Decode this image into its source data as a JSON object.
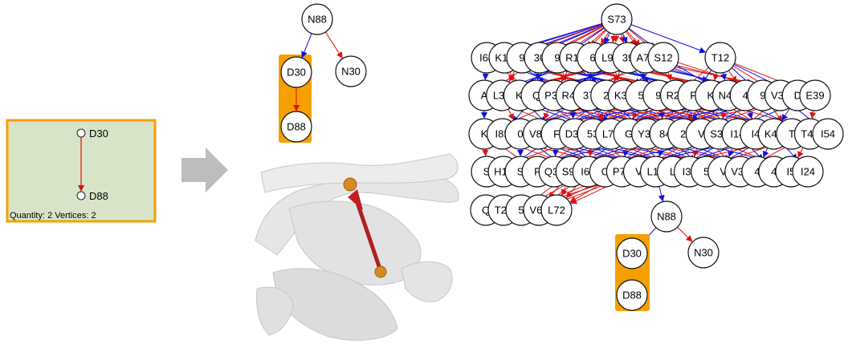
{
  "colors": {
    "blue_edge": "#1010e0",
    "red_edge": "#e01010",
    "highlight": "#f5a000",
    "panel_bg": "#d8e4c8",
    "panel_border": "#f5a000",
    "arrow_gray": "#bdbdbd",
    "protein": "#e6e6e6",
    "atom": "#d88a20"
  },
  "mini_panel": {
    "top_label": "D30",
    "bottom_label": "D88",
    "footer": "Quantity: 2 Vertices: 2"
  },
  "small_graph": {
    "root": "N88",
    "left": "D30",
    "right": "N30",
    "bottom": "D88"
  },
  "big_graph": {
    "root": "S73",
    "row1": [
      "I64",
      "K14",
      "9",
      "30",
      "9",
      "R14",
      "6",
      "L90",
      "39",
      "A71",
      "S12"
    ],
    "row1_right": "T12",
    "row2": [
      "A",
      "L33",
      "K",
      "Q",
      "P39",
      "R45",
      "37",
      "2",
      "K35",
      "5",
      "9",
      "R20",
      "F",
      "K",
      "N41",
      "4",
      "9",
      "V36",
      "D",
      "E39"
    ],
    "row3": [
      "K",
      "I85",
      "0",
      "V89",
      "F",
      "D37",
      "53",
      "L76",
      "G",
      "Y37",
      "84",
      "2",
      "V",
      "S39",
      "I14",
      "I4",
      "K43",
      "T",
      "T43",
      "I54"
    ],
    "row4": [
      "S",
      "H18",
      "S",
      "F",
      "Q34",
      "S91",
      "I66",
      "C",
      "P74",
      "V",
      "L10",
      "L",
      "I32",
      "5",
      "V",
      "V32",
      "4",
      "4",
      "I5",
      "I24"
    ],
    "row5": [
      "Q",
      "T20",
      "5",
      "V66",
      "L72"
    ],
    "hub": "N88",
    "hub_left": "D30",
    "hub_right": "N30",
    "hub_bottom": "D88"
  }
}
